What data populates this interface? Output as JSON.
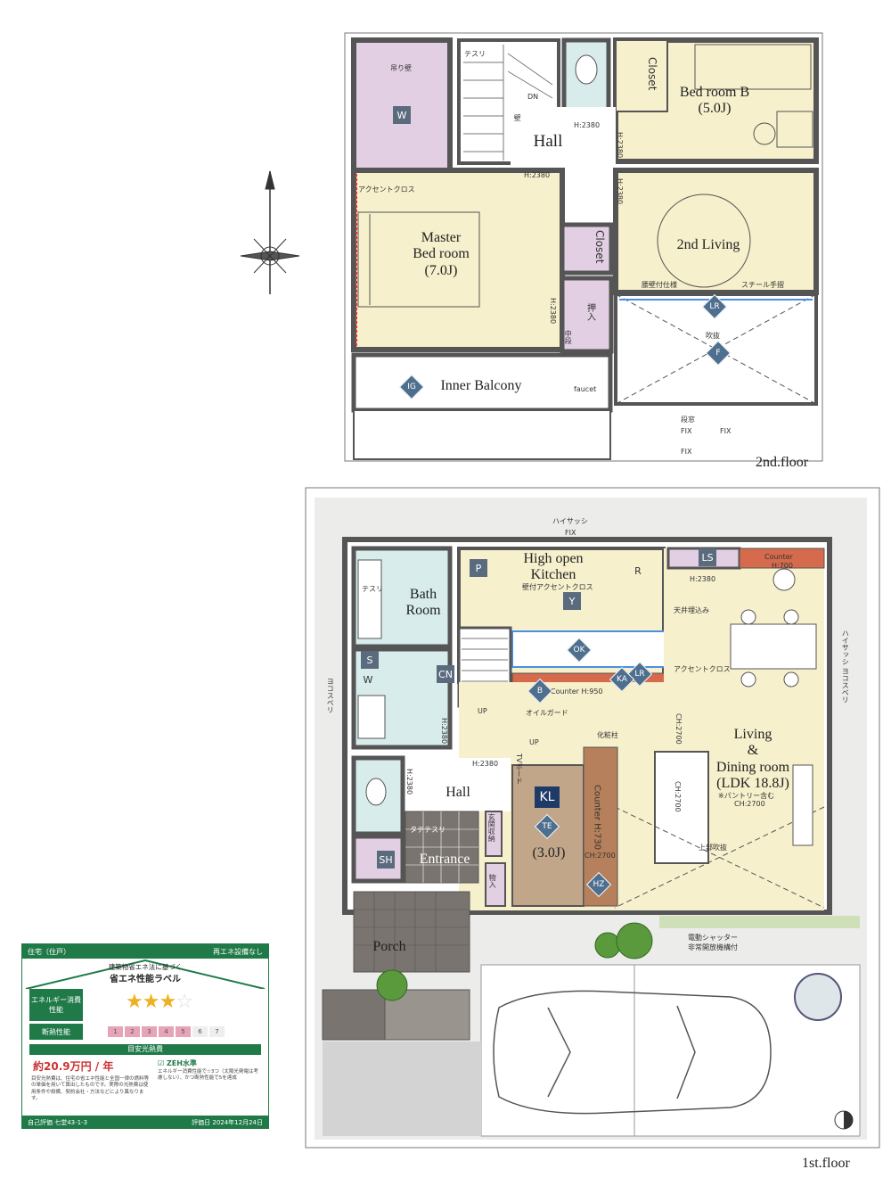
{
  "floor2": {
    "title": "2nd.floor",
    "rooms": {
      "bedroom_b": "Bed room B",
      "bedroom_b_size": "(5.0J)",
      "hall": "Hall",
      "master": "Master",
      "master_sub": "Bed room",
      "master_size": "(7.0J)",
      "second_living": "2nd  Living",
      "inner_balcony": "Inner Balcony",
      "closet_1": "Closet",
      "closet_2": "Closet",
      "walkin": "W"
    },
    "notes": {
      "tesuri": "テスリ",
      "dn": "DN",
      "accent_cloth": "アクセントクロス",
      "hanging_pipe": "吊り壁",
      "h2380_a": "H:2380",
      "h2380_b": "H:2380",
      "h2380_c": "H:2380",
      "h2380_d": "H:2380",
      "h2380_e": "H:2380",
      "faucet": "faucet",
      "oshiire": "押入",
      "nakadan": "中段",
      "steel_frame": "スチール手摺",
      "floor_note": "腰壁付仕様",
      "dankado": "段窓",
      "fix1": "FIX",
      "fix2": "FIX",
      "fix3": "FIX",
      "atrium_label": "吹抜",
      "wall_note": "壁"
    },
    "badges": {
      "ig": "IG",
      "lr": "LR",
      "f": "F"
    }
  },
  "floor1": {
    "title": "1st.floor",
    "rooms": {
      "kitchen": "High open",
      "kitchen_sub": "Kitchen",
      "bath": "Bath",
      "bath_sub": "Room",
      "living": "Living",
      "living_amp": "&",
      "dining": "Dining room",
      "ldk_size": "(LDK 18.8J)",
      "hall": "Hall",
      "entrance": "Entrance",
      "porch": "Porch",
      "tatami_size": "(3.0J)"
    },
    "notes": {
      "high_sash": "ハイサッシ",
      "fix_top": "FIX",
      "counter_top": "Counter",
      "counter_h700": "H:700",
      "h2380_ls": "H:2380",
      "counter_950": "Counter H:950",
      "counter_730": "Counter H:730",
      "accent_cloth": "アクセントクロス",
      "oil_guard": "オイルガード",
      "up1": "UP",
      "up2": "UP",
      "tesuri": "テスリ",
      "yoko_suberi": "ヨコスベリ",
      "yoko_suberi_r": "ハイサッシ ヨコスベリ",
      "h2380_bath": "H:2380",
      "h2380_hall": "H:2380",
      "h2380_toilet": "H:2380",
      "ch2700_a": "CH:2700",
      "ch2700_b": "CH:2700",
      "ch2700_c": "CH:2700",
      "ch2700_d": "CH:2700",
      "pantry": "※パントリー含む",
      "atrium": "上部吹抜",
      "shutter": "電動シャッター",
      "shutter_sub": "非常開放機構付",
      "tatete": "タテテスリ",
      "genkan": "玄関収納",
      "kesho": "化粧柱",
      "monoire": "物入",
      "kitchen_accent": "壁付アクセントクロス",
      "ceiling_embed": "天井埋込み",
      "tv": "TVボード"
    },
    "badges": {
      "p": "P",
      "r": "R",
      "y": "Y",
      "ls": "LS",
      "ok": "OK",
      "lr": "LR",
      "ka": "KA",
      "b": "B",
      "s": "S",
      "w": "W",
      "cn": "CN",
      "kl": "KL",
      "te": "TE",
      "hz": "HZ",
      "sh": "SH"
    }
  },
  "energy_label": {
    "top_left": "住宅（住戸）",
    "top_right": "再エネ設備なし",
    "title_small": "建築物省エネ法に基づく",
    "title": "省エネ性能ラベル",
    "row1_label": "エネルギー消費性能",
    "row2_label": "断熱性能",
    "stars_filled": 3,
    "stars_total": 4,
    "insulation_level": 5,
    "insulation_levels": [
      "1",
      "2",
      "3",
      "4",
      "5",
      "6",
      "7"
    ],
    "cost_header": "目安光熱費",
    "cost": "約20.9万円 / 年",
    "zeh": "ZEH水準",
    "zeh_note": "エネルギー消費性能で☆3つ（太陽光発電は考慮しない）、かつ断熱性能で5を達成",
    "desc": "目安光熱費は、住宅の省エネ性能と全国一律の燃料等の単価を用いて算出したものです。実際の光熱費は使用条件や設備、契約会社・方法などにより異なります。",
    "foot_left": "自己評価 七堂43-1-3",
    "foot_right": "評価日 2024年12月24日"
  },
  "colors": {
    "wall": "#555555",
    "room_fill": "#f6f0cc",
    "wet_fill": "#d8ecec",
    "storage_fill": "#e3cfe3",
    "garden": "#ecece8",
    "tile": "#7a7470",
    "badge": "#4f6f8f",
    "label_green": "#1f7a48"
  }
}
